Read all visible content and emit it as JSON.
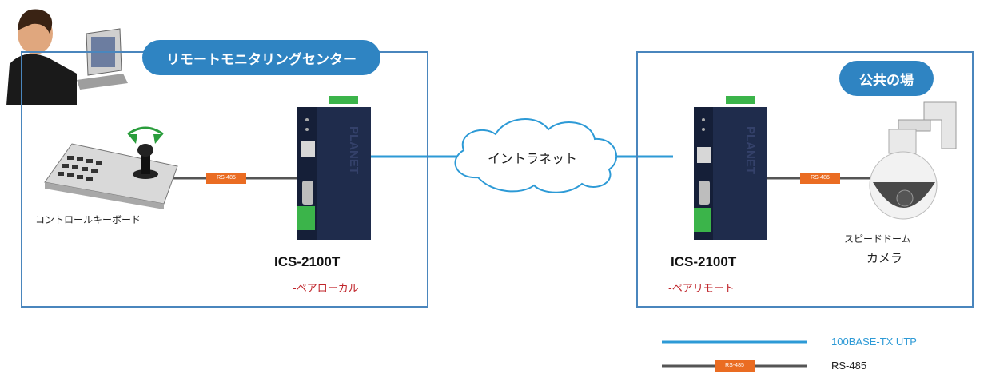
{
  "zones": {
    "left_title": "リモートモニタリングセンター",
    "right_title": "公共の場"
  },
  "network": {
    "cloud_label": "イントラネット"
  },
  "left_device": {
    "model": "ICS-2100T",
    "role": "-ペアローカル",
    "brand": "PLANET"
  },
  "right_device": {
    "model": "ICS-2100T",
    "role": "-ペアリモート",
    "brand": "PLANET"
  },
  "keyboard": {
    "caption": "コントロールキーボード"
  },
  "camera": {
    "caption_line1": "スピードドーム",
    "caption_line2": "カメラ"
  },
  "links": {
    "left_serial": "RS-485",
    "right_serial": "RS-485"
  },
  "legend": [
    {
      "label": "100BASE-TX UTP",
      "color": "#2d9ad6"
    },
    {
      "label": "RS-485",
      "tag": "RS-485",
      "color": "#222222"
    }
  ],
  "colors": {
    "utp": "#2d9ad6",
    "rs485_line": "#555555",
    "rs485_tag": "#ea6c22",
    "frame": "#4a86bd",
    "pill": "#2f84c2",
    "device_body": "#1f2c4c",
    "terminal_green": "#3bb44a",
    "role_text": "#c0252b"
  }
}
